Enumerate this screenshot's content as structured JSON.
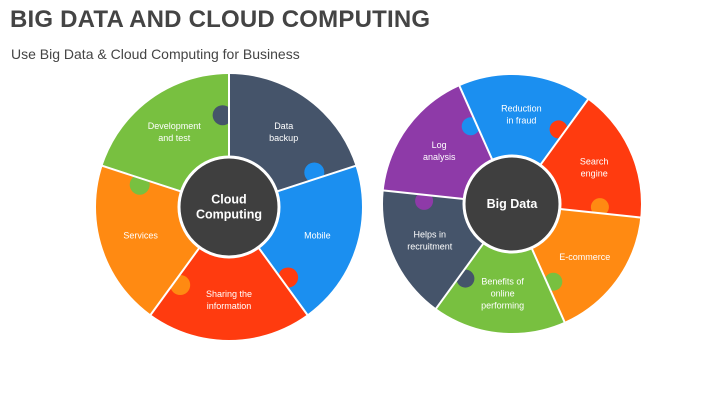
{
  "title": "BIG DATA AND CLOUD COMPUTING",
  "subtitle": "Use Big Data & Cloud Computing for Business",
  "colors": {
    "blue": "#1b8ff0",
    "red": "#ff3b0f",
    "orange": "#ff8a12",
    "green": "#78c040",
    "slate": "#45546a",
    "purple": "#8e3aa8",
    "center": "#3f3f3f"
  },
  "cloud": {
    "center_lines": [
      "Cloud",
      "Computing"
    ],
    "segments": [
      {
        "key": "data-backup",
        "lines": [
          "Data",
          "backup"
        ],
        "color": "#45546a"
      },
      {
        "key": "mobile",
        "lines": [
          "Mobile"
        ],
        "color": "#1b8ff0"
      },
      {
        "key": "sharing",
        "lines": [
          "Sharing the",
          "information"
        ],
        "color": "#ff3b0f"
      },
      {
        "key": "services",
        "lines": [
          "Services"
        ],
        "color": "#ff8a12"
      },
      {
        "key": "development",
        "lines": [
          "Development",
          "and test"
        ],
        "color": "#78c040"
      }
    ]
  },
  "bigdata": {
    "center_lines": [
      "Big Data"
    ],
    "segments": [
      {
        "key": "reduction",
        "lines": [
          "Reduction",
          "in fraud"
        ],
        "color": "#1b8ff0"
      },
      {
        "key": "search",
        "lines": [
          "Search",
          "engine"
        ],
        "color": "#ff3b0f"
      },
      {
        "key": "ecommerce",
        "lines": [
          "E-commerce"
        ],
        "color": "#ff8a12"
      },
      {
        "key": "benefits",
        "lines": [
          "Benefits of",
          "online",
          "performing"
        ],
        "color": "#78c040"
      },
      {
        "key": "recruitment",
        "lines": [
          "Helps in",
          "recruitment"
        ],
        "color": "#45546a"
      },
      {
        "key": "log",
        "lines": [
          "Log",
          "analysis"
        ],
        "color": "#8e3aa8"
      }
    ]
  }
}
